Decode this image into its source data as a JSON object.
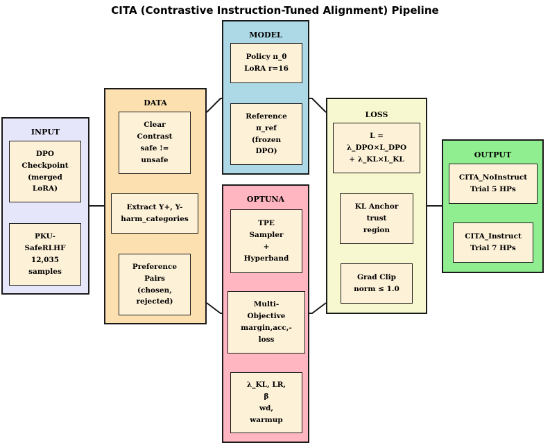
{
  "title": "CITA (Contrastive Instruction-Tuned Alignment) Pipeline",
  "colors": {
    "input": "#e6e6fa",
    "data": "#fce0b0",
    "model": "#add8e6",
    "optuna": "#ffb6c1",
    "loss": "#f8f8d0",
    "output": "#90ee90",
    "node_fill": "#fdf1d8",
    "line": "#1a1a1a"
  },
  "groups": {
    "input": {
      "label": "INPUT",
      "nodes": [
        "DPO\nCheckpoint\n(merged\nLoRA)",
        "PKU-\nSafeRLHF\n12,035\nsamples"
      ]
    },
    "data": {
      "label": "DATA",
      "nodes": [
        "Clear\nContrast\nsafe !=\nunsafe",
        "Extract Y+, Y-\nharm_categories",
        "Preference\nPairs\n(chosen,\nrejected)"
      ]
    },
    "model": {
      "label": "MODEL",
      "nodes": [
        "Policy π_θ\nLoRA r=16",
        "Reference\nπ_ref\n(frozen\nDPO)"
      ]
    },
    "optuna": {
      "label": "OPTUNA",
      "nodes": [
        "TPE\nSampler\n+\nHyperband",
        "Multi-\nObjective\nmargin,acc,-\nloss",
        "λ_KL, LR,\nβ\nwd,\nwarmup"
      ]
    },
    "loss": {
      "label": "LOSS",
      "nodes": [
        "L =\nλ_DPO×L_DPO\n+ λ_KL×L_KL",
        "KL Anchor\ntrust\nregion",
        "Grad Clip\nnorm ≤ 1.0"
      ]
    },
    "output": {
      "label": "OUTPUT",
      "nodes": [
        "CITA_NoInstruct\nTrial 5 HPs",
        "CITA_Instruct\nTrial 7 HPs"
      ]
    }
  }
}
